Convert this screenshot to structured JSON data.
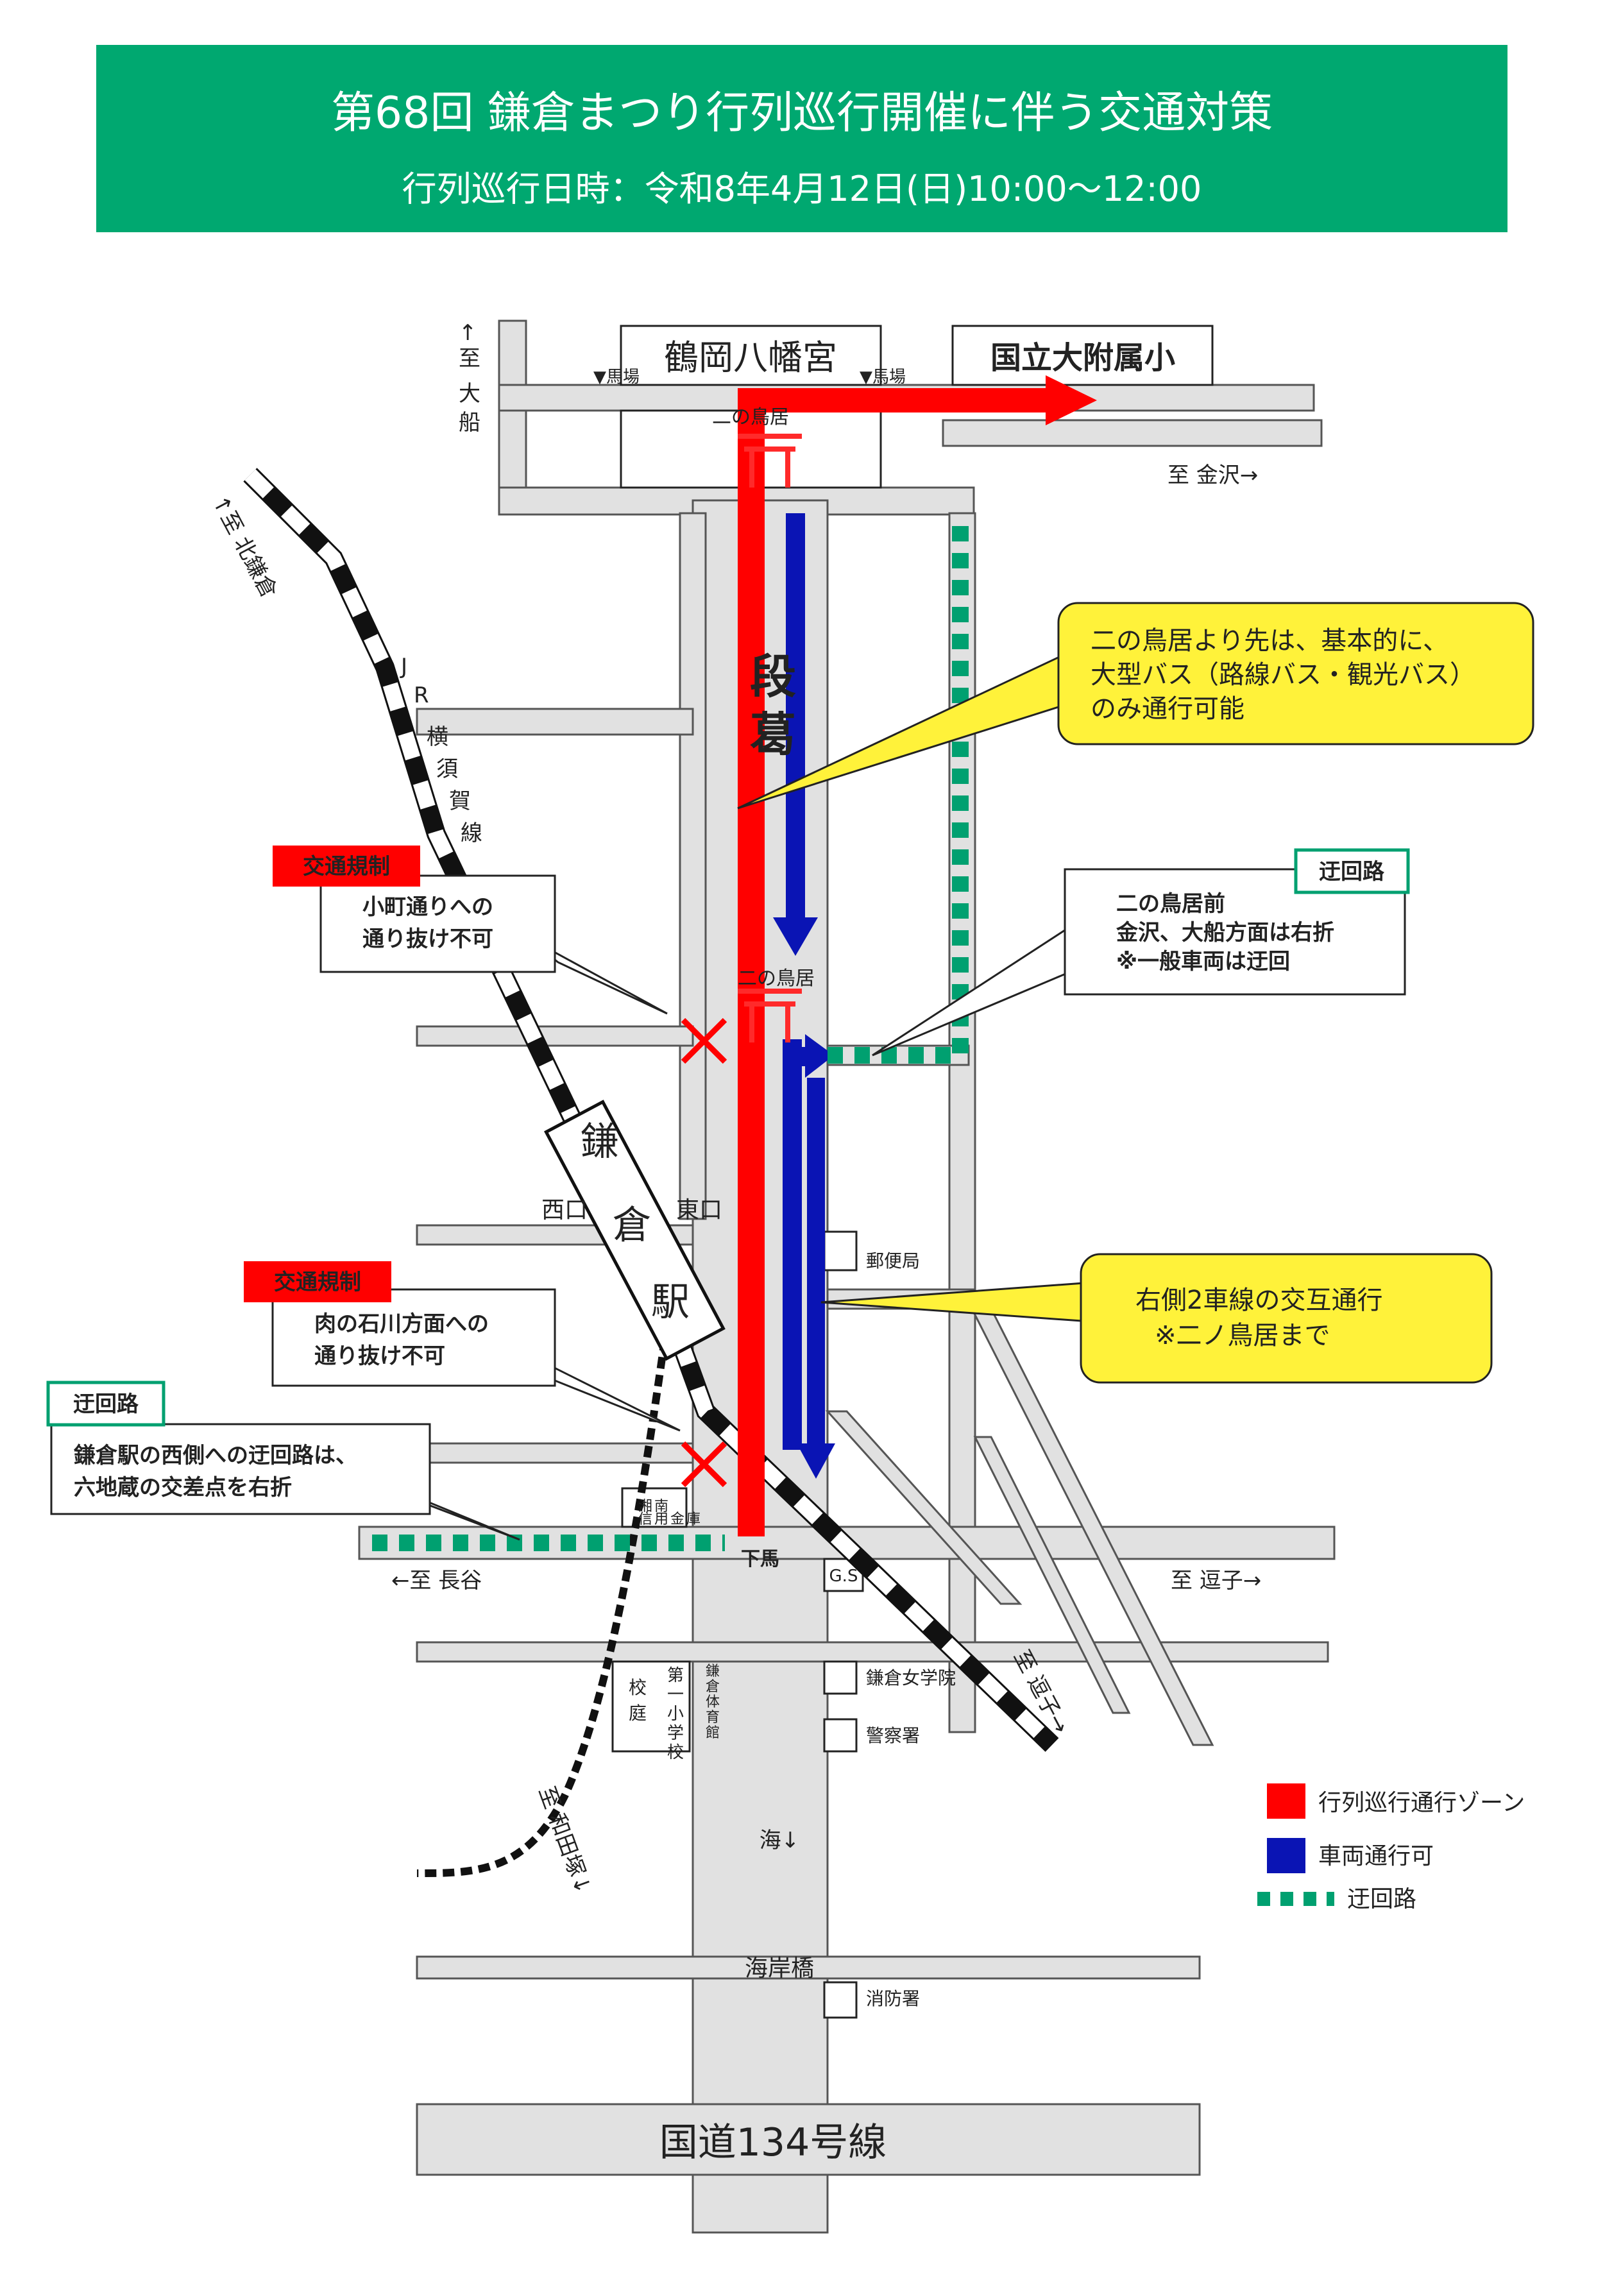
{
  "header": {
    "title": "第68回 鎌倉まつり行列巡行開催に伴う交通対策",
    "subtitle": "行列巡行日時：令和8年4月12日(日)10:00～12:00"
  },
  "places": {
    "shrine": "鶴岡八幡宮",
    "school": "国立大附属小",
    "baba_left": "▼馬場",
    "baba_right": "▼馬場",
    "torii_top": "二の鳥居",
    "torii_mid": "二の鳥居",
    "dankazura_1": "段",
    "dankazura_2": "葛",
    "station_1": "鎌",
    "station_2": "倉",
    "station_3": "駅",
    "west_exit": "西口",
    "east_exit": "東口",
    "post_office": "郵便局",
    "shonan_shinkin": [
      "湘",
      "南",
      "信",
      "用",
      "金",
      "庫"
    ],
    "geba": "下馬",
    "gs": "G.S",
    "jogakuin": "鎌倉女学院",
    "police": "警察署",
    "elementary_school": [
      "第",
      "一",
      "小",
      "学",
      "校"
    ],
    "schoolyard": [
      "校",
      "庭"
    ],
    "gymnasium": [
      "鎌",
      "倉",
      "体",
      "育",
      "館"
    ],
    "sea": "海↓",
    "kaiganbashi": "海岸橋",
    "fire_station": "消防署",
    "route134": "国道134号線"
  },
  "directions": {
    "ofuna": [
      "↑",
      "至",
      "大",
      "船"
    ],
    "kitakamakura": "↑至 北鎌倉",
    "jr_line": [
      "J",
      "R",
      "横",
      "須",
      "賀",
      "線"
    ],
    "kanazawa": "至 金沢→",
    "hase": "←至 長谷",
    "zushi_right": "至 逗子→",
    "zushi_rail": "至 逗子→",
    "wadazuka": "至 和田塚↓"
  },
  "callouts": {
    "bus_only": {
      "lines": [
        "二の鳥居より先は、基本的に、",
        "大型バス（路線バス・観光バス）",
        "のみ通行可能"
      ]
    },
    "detour_torii": {
      "tag": "迂回路",
      "lines": [
        "二の鳥居前",
        "金沢、大船方面は右折"
      ],
      "note": "※一般車両は迂回"
    },
    "alternate": {
      "lines": [
        "右側2車線の交互通行",
        "※二ノ鳥居まで"
      ]
    },
    "komachi": {
      "tag": "交通規制",
      "lines": [
        "小町通りへの",
        "通り抜け不可"
      ]
    },
    "ishikawa": {
      "tag": "交通規制",
      "lines": [
        "肉の石川方面への",
        "通り抜け不可"
      ]
    },
    "detour_west": {
      "tag": "迂回路",
      "lines": [
        "鎌倉駅の西側への迂回路は、",
        "六地蔵の交差点を右折"
      ]
    }
  },
  "legend": {
    "parade": "行列巡行通行ゾーン",
    "vehicle": "車両通行可",
    "detour": "迂回路"
  },
  "colors": {
    "header_bg": "#00a870",
    "parade_red": "#ff0000",
    "vehicle_blue": "#0a14b4",
    "detour_green": "#00a070",
    "road_gray": "#e1e1e1",
    "callout_yellow": "#fff23a"
  }
}
